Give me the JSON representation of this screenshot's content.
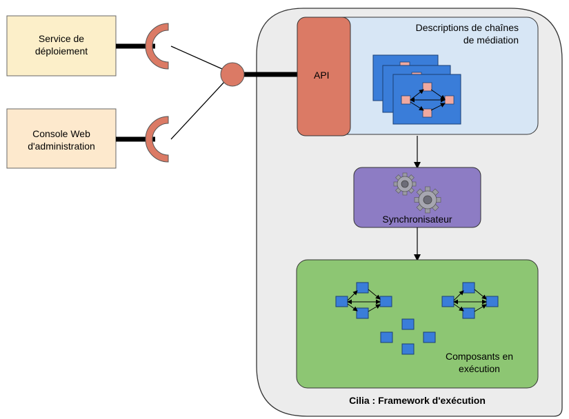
{
  "clients": {
    "deploy_line1": "Service de",
    "deploy_line2": "déploiement",
    "console_line1": "Console Web",
    "console_line2": "d'administration"
  },
  "framework": {
    "api_label": "API",
    "descriptions_line1": "Descriptions de chaînes",
    "descriptions_line2": "de médiation",
    "synchronizer_label": "Synchronisateur",
    "components_line1": "Composants en",
    "components_line2": "exécution",
    "framework_label": "Cilia : Framework d'exécution"
  },
  "colors": {
    "client_box": "#fcefc9",
    "console_box": "#fde9cd",
    "framework_bg": "#ececec",
    "api": "#db7a65",
    "descriptions_bg": "#d7e6f5",
    "synchronizer_bg": "#8d7cc4",
    "components_bg": "#8dc673",
    "node_blue": "#3a7dd9",
    "node_pink": "#f0a9a0"
  }
}
